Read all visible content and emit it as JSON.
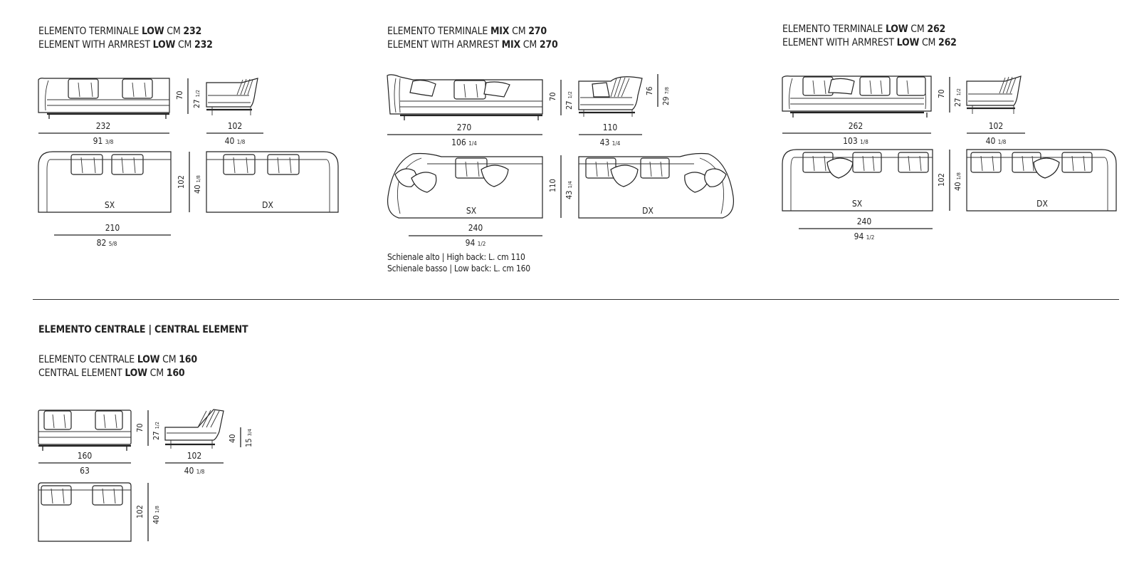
{
  "sections": {
    "terminal_low_232": {
      "line1": {
        "prefix": "ELEMENTO TERMINALE ",
        "strong": "LOW",
        "mid": " CM ",
        "value": "232"
      },
      "line2": {
        "prefix": "ELEMENT WITH ARMREST ",
        "strong": "LOW",
        "mid": " CM ",
        "value": "232"
      },
      "dims": {
        "front_width_cm": "232",
        "front_width_in": "91",
        "front_width_in_frac": "3/8",
        "height_cm": "70",
        "height_in": "27",
        "height_in_frac": "1/2",
        "side_depth_cm": "102",
        "side_depth_in": "40",
        "side_depth_in_frac": "1/8",
        "plan_depth_cm": "102",
        "plan_depth_in": "40",
        "plan_depth_in_frac": "1/8",
        "plan_width_cm": "210",
        "plan_width_in": "82",
        "plan_width_in_frac": "5/8"
      },
      "left_label": "SX",
      "right_label": "DX"
    },
    "terminal_mix_270": {
      "line1": {
        "prefix": "ELEMENTO TERMINALE ",
        "strong": "MIX",
        "mid": " CM ",
        "value": "270"
      },
      "line2": {
        "prefix": "ELEMENT WITH ARMREST ",
        "strong": "MIX",
        "mid": " CM ",
        "value": "270"
      },
      "dims": {
        "front_width_cm": "270",
        "front_width_in": "106",
        "front_width_in_frac": "1/4",
        "height_cm": "70",
        "height_in": "27",
        "height_in_frac": "1/2",
        "side_depth_cm": "110",
        "side_depth_in": "43",
        "side_depth_in_frac": "1/4",
        "back_height_cm": "76",
        "back_height_in": "29",
        "back_height_in_frac": "7/8",
        "plan_depth_cm": "110",
        "plan_depth_in": "43",
        "plan_depth_in_frac": "1/4",
        "plan_width_cm": "240",
        "plan_width_in": "94",
        "plan_width_in_frac": "1/2"
      },
      "left_label": "SX",
      "right_label": "DX",
      "notes": [
        "Schienale alto | High back: L. cm 110",
        "Schienale basso | Low back: L. cm 160"
      ]
    },
    "terminal_low_262": {
      "line1": {
        "prefix": "ELEMENTO TERMINALE ",
        "strong": "LOW",
        "mid": " CM ",
        "value": "262"
      },
      "line2": {
        "prefix": "ELEMENT WITH ARMREST ",
        "strong": "LOW",
        "mid": " CM ",
        "value": "262"
      },
      "dims": {
        "front_width_cm": "262",
        "front_width_in": "103",
        "front_width_in_frac": "1/8",
        "height_cm": "70",
        "height_in": "27",
        "height_in_frac": "1/2",
        "side_depth_cm": "102",
        "side_depth_in": "40",
        "side_depth_in_frac": "1/8",
        "plan_depth_cm": "102",
        "plan_depth_in": "40",
        "plan_depth_in_frac": "1/8",
        "plan_width_cm": "240",
        "plan_width_in": "94",
        "plan_width_in_frac": "1/2"
      },
      "left_label": "SX",
      "right_label": "DX"
    },
    "central_heading": "ELEMENTO CENTRALE  | CENTRAL ELEMENT",
    "central_low_160": {
      "line1": {
        "prefix": "ELEMENTO CENTRALE ",
        "strong": "LOW",
        "mid": " CM ",
        "value": "160"
      },
      "line2": {
        "prefix": "CENTRAL ELEMENT ",
        "strong": "LOW",
        "mid": " CM ",
        "value": "160"
      },
      "dims": {
        "front_width_cm": "160",
        "front_width_in": "63",
        "height_cm": "70",
        "height_in": "27",
        "height_in_frac": "1/2",
        "side_depth_cm": "102",
        "side_depth_in": "40",
        "side_depth_in_frac": "1/8",
        "seat_height_cm": "40",
        "seat_height_in": "15",
        "seat_height_in_frac": "3/4",
        "plan_depth_cm": "102",
        "plan_depth_in": "40",
        "plan_depth_in_frac": "1/8"
      }
    }
  }
}
